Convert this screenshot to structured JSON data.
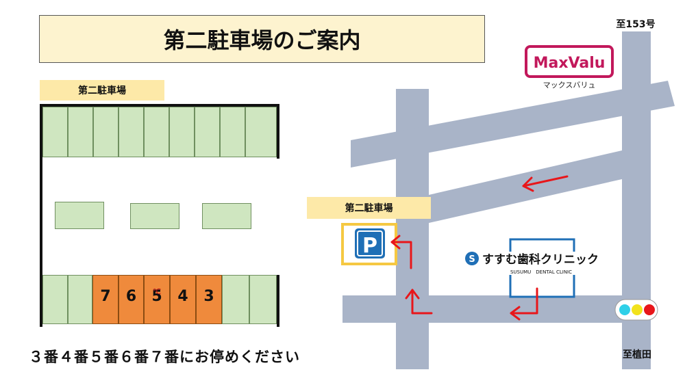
{
  "title": "第二駐車場のご案内",
  "lot_label": "第二駐車場",
  "map_label": "第二駐車場",
  "reserved_stalls": [
    "7",
    "6",
    "5",
    "4",
    "3"
  ],
  "stall_5_mark": "℃",
  "instruction": "３番４番５番６番７番にお停めください",
  "road_north_label": "至153号",
  "road_south_label": "至植田",
  "store": {
    "logo": "MaxValu",
    "kana": "マックスバリュ"
  },
  "clinic": {
    "name": "すすむ歯科クリニック",
    "english": "SUSUMU　DENTAL CLINIC",
    "logo_letter": "S"
  },
  "parking_sign": "P",
  "colors": {
    "road": "#a9b4c8",
    "arrow": "#e8161a",
    "reserved": "#ef8a3c",
    "stall": "#cfe6c0",
    "sign_blue": "#1f6fb6"
  }
}
